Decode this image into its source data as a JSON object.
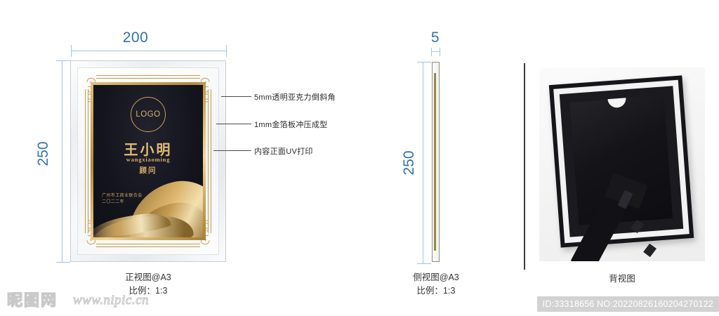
{
  "front_view": {
    "width_dim": "200",
    "height_dim": "250",
    "plaque": {
      "logo_text": "LOGO",
      "name_cn": "王小明",
      "name_pinyin": "wangxiaoming",
      "title_cn": "顾问",
      "org_line1": "广州市工商业联合会",
      "org_line2": "二〇二二年"
    },
    "caption_line1": "正视图@A3",
    "caption_line2": "比例：1:3"
  },
  "callouts": [
    {
      "text": "5mm透明亚克力倒斜角"
    },
    {
      "text": "1mm金箔板冲压成型"
    },
    {
      "text": "内容正面UV打印"
    }
  ],
  "side_view": {
    "thickness_dim": "5",
    "height_dim": "250",
    "caption_line1": "侧视图@A3",
    "caption_line2": "比例：1:3"
  },
  "back_view": {
    "caption": "背视图"
  },
  "watermark": {
    "logo": "昵图网",
    "url": "www.nipic.cn",
    "id_text": "ID:33318656 NO:20220826160204270122"
  },
  "colors": {
    "dimension_blue": "#2e74b5",
    "dimension_line": "#9ec5e8",
    "gold": "#c79a4b",
    "panel_black": "#15151f",
    "callout_line": "#4a4a4a"
  }
}
